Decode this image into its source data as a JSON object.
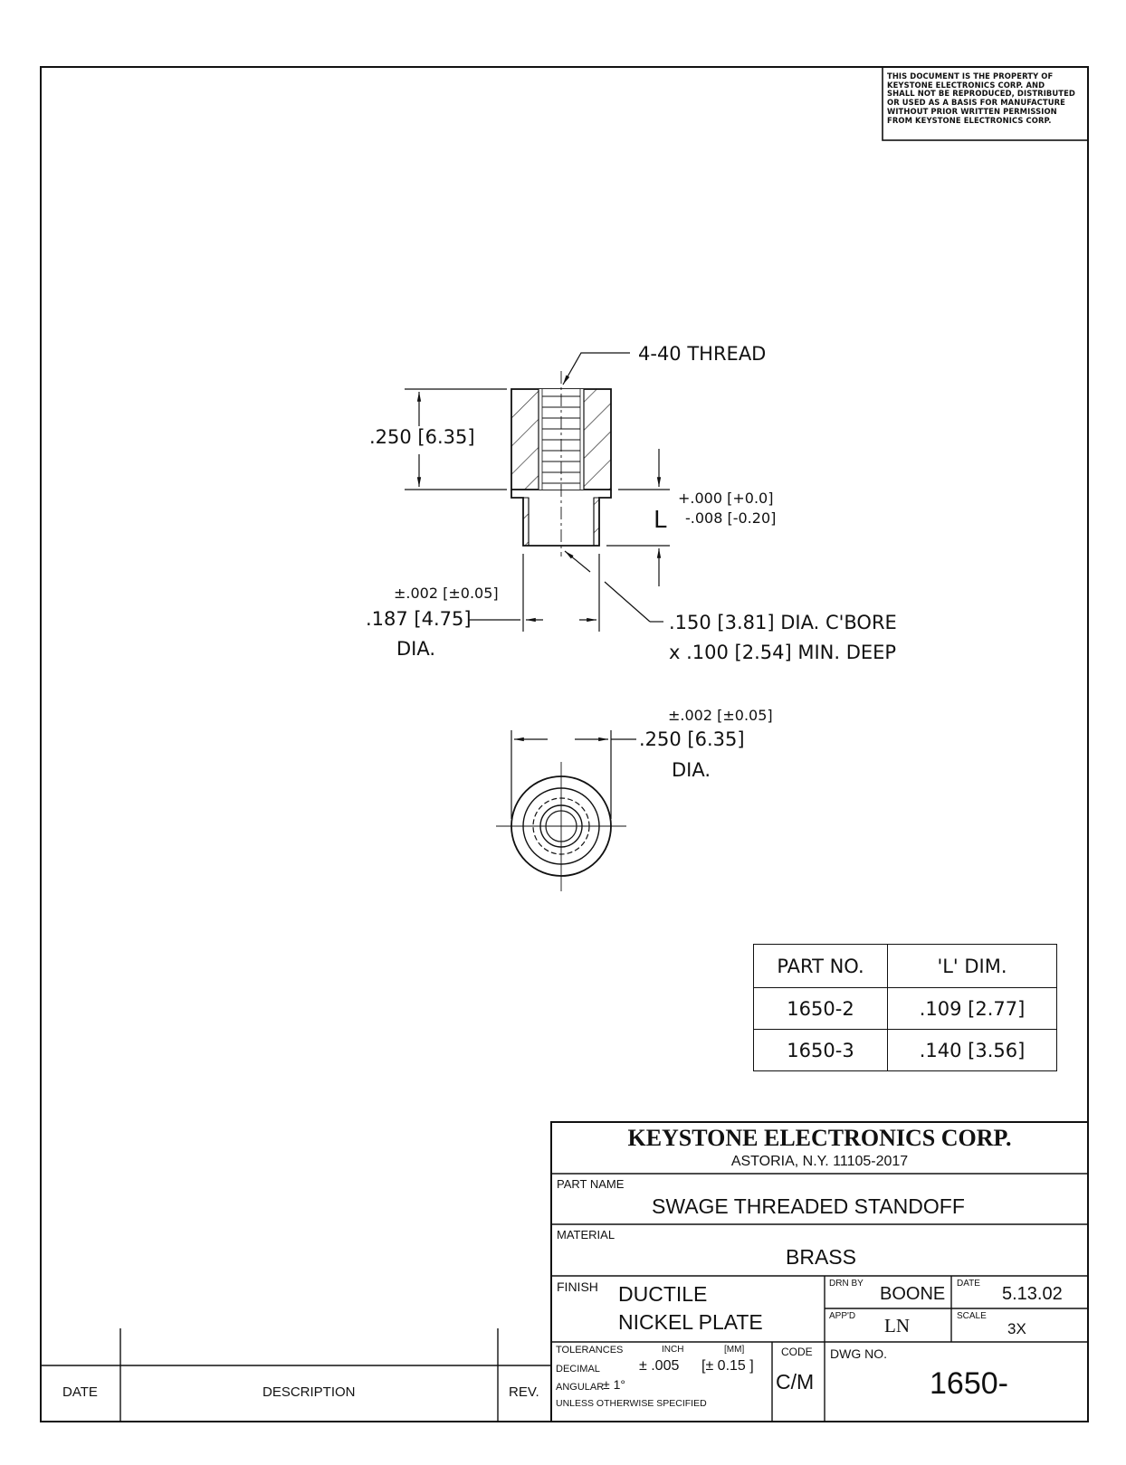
{
  "notice": {
    "lines": [
      "THIS DOCUMENT IS THE PROPERTY OF",
      "KEYSTONE ELECTRONICS CORP. AND",
      "SHALL NOT BE REPRODUCED, DISTRIBUTED",
      "OR USED AS A BASIS FOR MANUFACTURE",
      "WITHOUT PRIOR WRITTEN PERMISSION",
      "FROM KEYSTONE ELECTRONICS CORP."
    ]
  },
  "callouts": {
    "thread": "4-40 THREAD",
    "height": ".250 [6.35]",
    "l_symbol": "L",
    "l_tol_plus": "+.000 [+0.0]",
    "l_tol_minus": "-.008 [-0.20]",
    "shank_tol": "±.002 [±0.05]",
    "shank_dia": ".187 [4.75]",
    "shank_dia_word": "DIA.",
    "cbore_line1": ".150 [3.81] DIA. C'BORE",
    "cbore_line2": "x .100 [2.54] MIN. DEEP",
    "head_tol": "±.002 [±0.05]",
    "head_dia": ".250 [6.35]",
    "head_dia_word": "DIA."
  },
  "dim_table": {
    "headers": [
      "PART NO.",
      "'L' DIM."
    ],
    "rows": [
      [
        "1650-2",
        ".109 [2.77]"
      ],
      [
        "1650-3",
        ".140 [3.56]"
      ]
    ]
  },
  "title_block": {
    "company": "KEYSTONE ELECTRONICS CORP.",
    "address": "ASTORIA, N.Y. 11105-2017",
    "part_name_label": "PART NAME",
    "part_name": "SWAGE THREADED STANDOFF",
    "material_label": "MATERIAL",
    "material": "BRASS",
    "finish_label": "FINISH",
    "finish_line1": "DUCTILE",
    "finish_line2": "NICKEL PLATE",
    "drn_by_label": "DRN BY",
    "drn_by": "BOONE",
    "date_label": "DATE",
    "date": "5.13.02",
    "appd_label": "APP'D",
    "appd": "LN",
    "scale_label": "SCALE",
    "scale": "3X",
    "tolerances_label": "TOLERANCES",
    "inch_label": "INCH",
    "mm_label": "[MM]",
    "decimal_label": "DECIMAL",
    "decimal_inch": "± .005",
    "decimal_mm": "[± 0.15 ]",
    "angular_label": "ANGULAR",
    "angular": "± 1°",
    "unless": "UNLESS OTHERWISE SPECIFIED",
    "code_label": "CODE",
    "code": "C/M",
    "dwg_no_label": "DWG NO.",
    "dwg_no": "1650-"
  },
  "revision_block": {
    "date_label": "DATE",
    "description_label": "DESCRIPTION",
    "rev_label": "REV."
  }
}
